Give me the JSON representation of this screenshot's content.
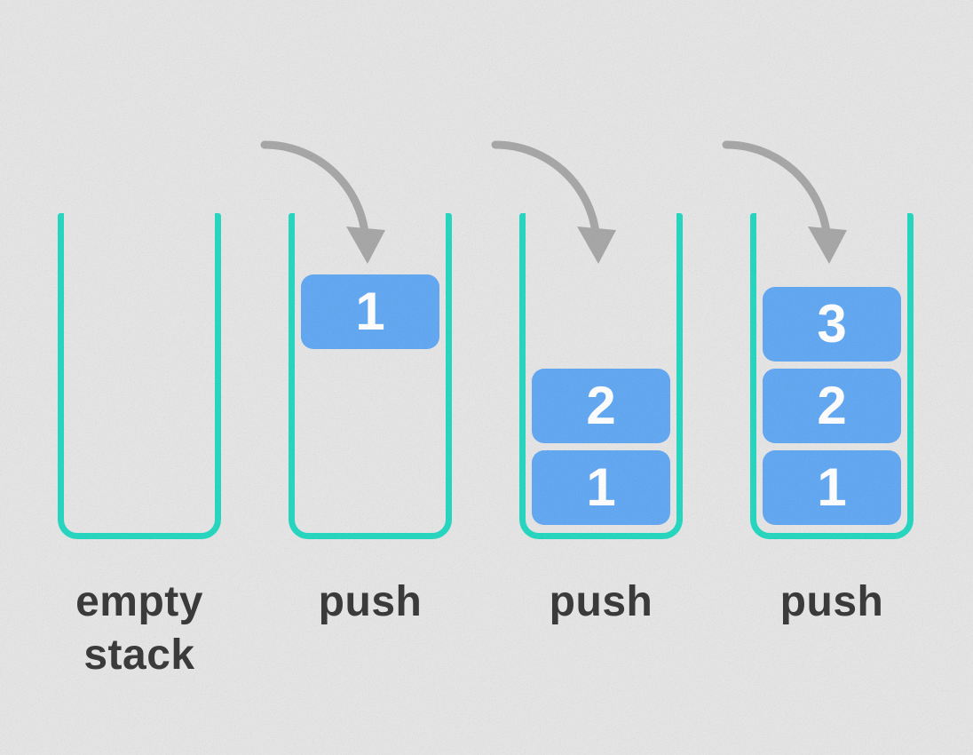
{
  "diagram": {
    "subject": "stack push operation sequence",
    "colors": {
      "background": "#e4e4e4",
      "stack_border": "#28d6c0",
      "block_fill": "#63a8f1",
      "block_text": "#fdfdfd",
      "arrow": "#a7a7a7",
      "label_text": "#3b3b3b"
    },
    "panels": [
      {
        "label": "empty stack",
        "has_arrow": false,
        "blocks": []
      },
      {
        "label": "push",
        "has_arrow": true,
        "blocks": [
          "1"
        ],
        "floating_block": true
      },
      {
        "label": "push",
        "has_arrow": true,
        "blocks": [
          "2",
          "1"
        ]
      },
      {
        "label": "push",
        "has_arrow": true,
        "blocks": [
          "3",
          "2",
          "1"
        ]
      }
    ],
    "icons": {
      "arrow": "curved-push-arrow"
    }
  }
}
